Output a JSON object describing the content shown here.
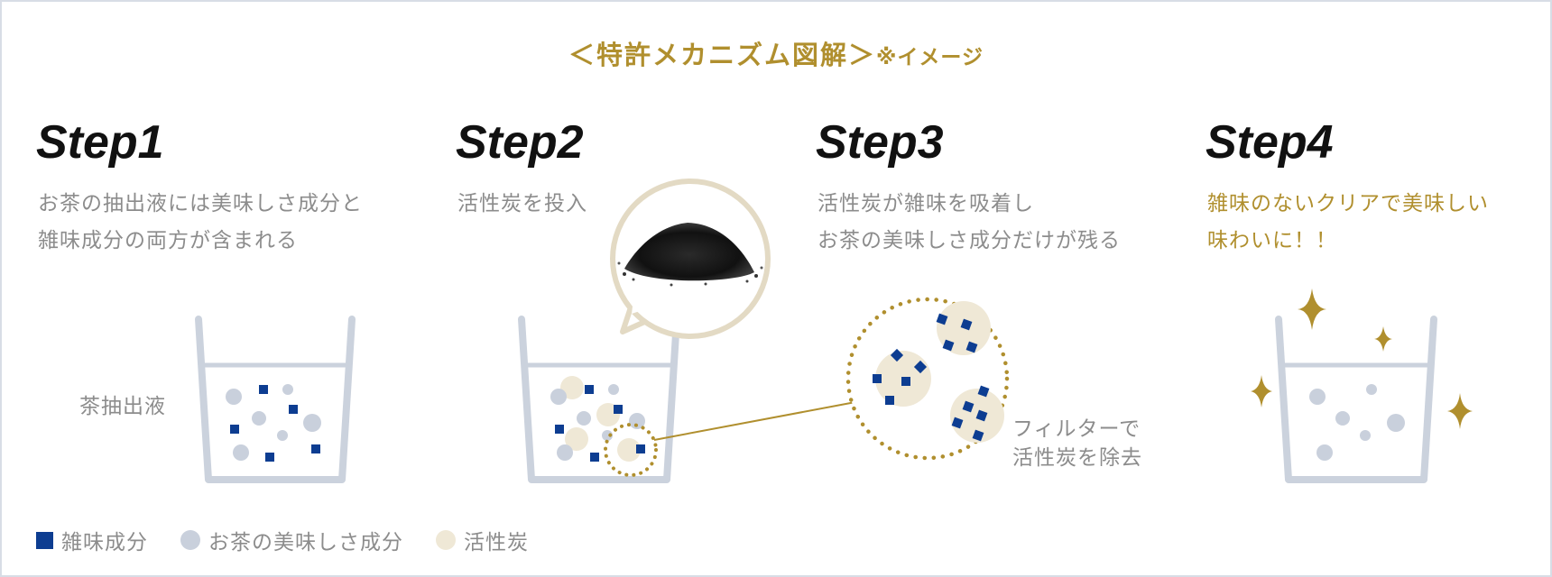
{
  "title": {
    "main": "＜特許メカニズム図解＞",
    "note": "※イメージ"
  },
  "steps": [
    {
      "heading": "Step1",
      "line1": "お茶の抽出液には美味しさ成分と",
      "line2": "雑味成分の両方が含まれる"
    },
    {
      "heading": "Step2",
      "line1": "活性炭を投入",
      "line2": ""
    },
    {
      "heading": "Step3",
      "line1": "活性炭が雑味を吸着し",
      "line2": "お茶の美味しさ成分だけが残る"
    },
    {
      "heading": "Step4",
      "line1": "雑味のないクリアで美味しい",
      "line2": "味わいに！！"
    }
  ],
  "labels": {
    "extract": "茶抽出液",
    "filter_line1": "フィルターで",
    "filter_line2": "活性炭を除去"
  },
  "legend": [
    {
      "label": "雑味成分",
      "color": "#0d3d91",
      "shape": "square"
    },
    {
      "label": "お茶の美味しさ成分",
      "color": "#c9d0dc",
      "shape": "circle"
    },
    {
      "label": "活性炭",
      "color": "#efe8d6",
      "shape": "circle"
    }
  ],
  "colors": {
    "accent_gold": "#b08f2e",
    "impurity_blue": "#0d3d91",
    "taste_gray": "#c9d0dc",
    "charcoal_beige": "#efe8d6",
    "glass": "#cbd2dd",
    "text_gray": "#8c8c8c"
  },
  "icons": [
    "glass-icon",
    "charcoal-powder-icon",
    "sparkle-icon"
  ]
}
